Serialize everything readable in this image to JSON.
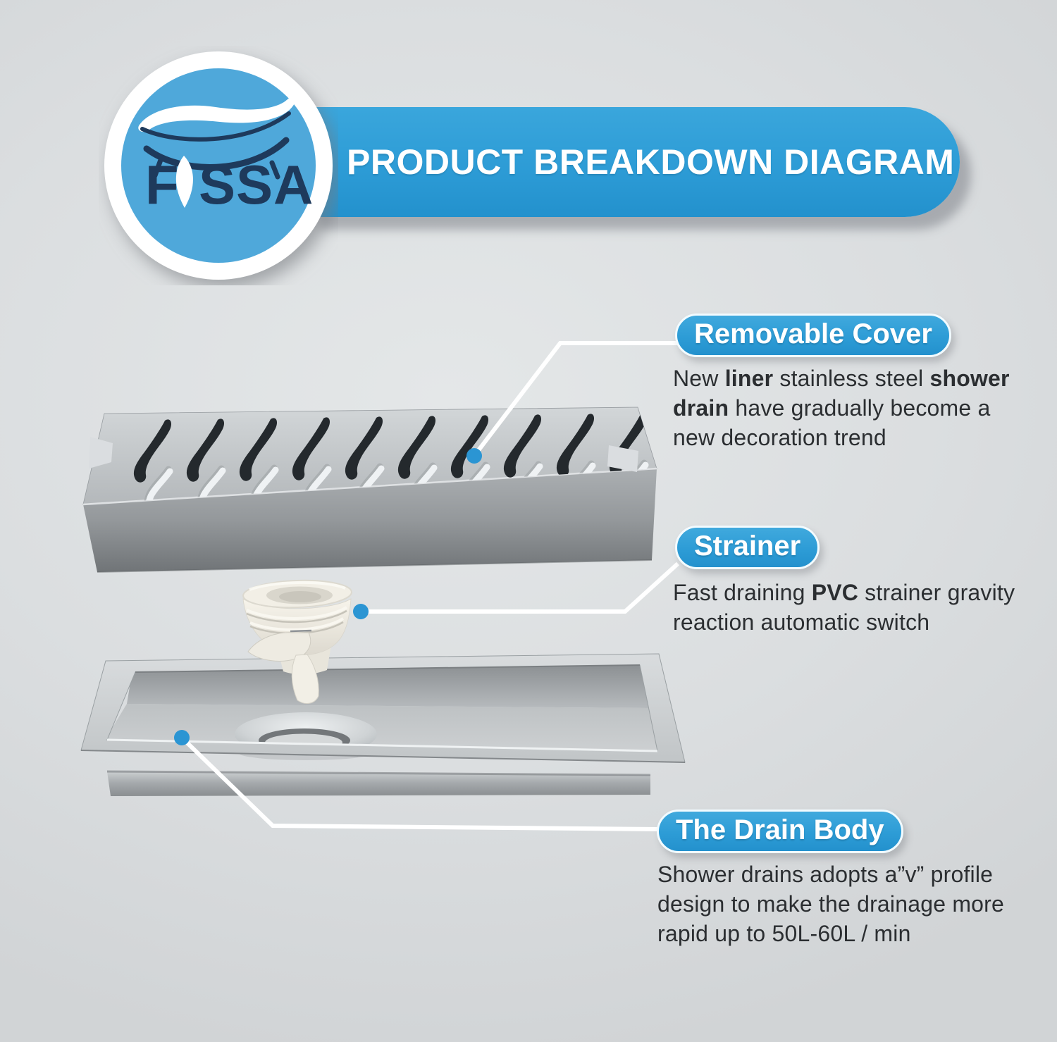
{
  "header": {
    "title": "PRODUCT BREAKDOWN DIAGRAM"
  },
  "logo": {
    "text_before_leaf": "F",
    "text_after_leaf": "SSA",
    "icons": {
      "swoosh": "bathtub-swoosh-icon",
      "leaf": "leaf-icon"
    }
  },
  "callouts": [
    {
      "id": "removable-cover",
      "label": "Removable Cover",
      "description": [
        {
          "text": "New ",
          "bold": false
        },
        {
          "text": "liner",
          "bold": true
        },
        {
          "text": " stainless steel ",
          "bold": false
        },
        {
          "text": "shower drain",
          "bold": true
        },
        {
          "text": " have gradually become a new decoration trend",
          "bold": false
        }
      ]
    },
    {
      "id": "strainer",
      "label": "Strainer",
      "description": [
        {
          "text": "Fast draining ",
          "bold": false
        },
        {
          "text": "PVC",
          "bold": true
        },
        {
          "text": " strainer gravity reaction automatic switch",
          "bold": false
        }
      ]
    },
    {
      "id": "drain-body",
      "label": "The Drain Body",
      "description": [
        {
          "text": "Shower drains adopts a”v” profile design to make the drainage more rapid up to 50L-60L / min",
          "bold": false
        }
      ]
    }
  ],
  "markers": {
    "icon": "dot-marker-icon",
    "count": 3
  },
  "colors": {
    "accent_blue": "#2f9fd8",
    "marker_blue": "#2b95d3",
    "logo_navy": "#1e3a5c",
    "logo_circle_blue": "#4fa8da",
    "body_text": "#2b2e31",
    "leader_white": "#ffffff",
    "background_gray": "#dbdee0"
  }
}
